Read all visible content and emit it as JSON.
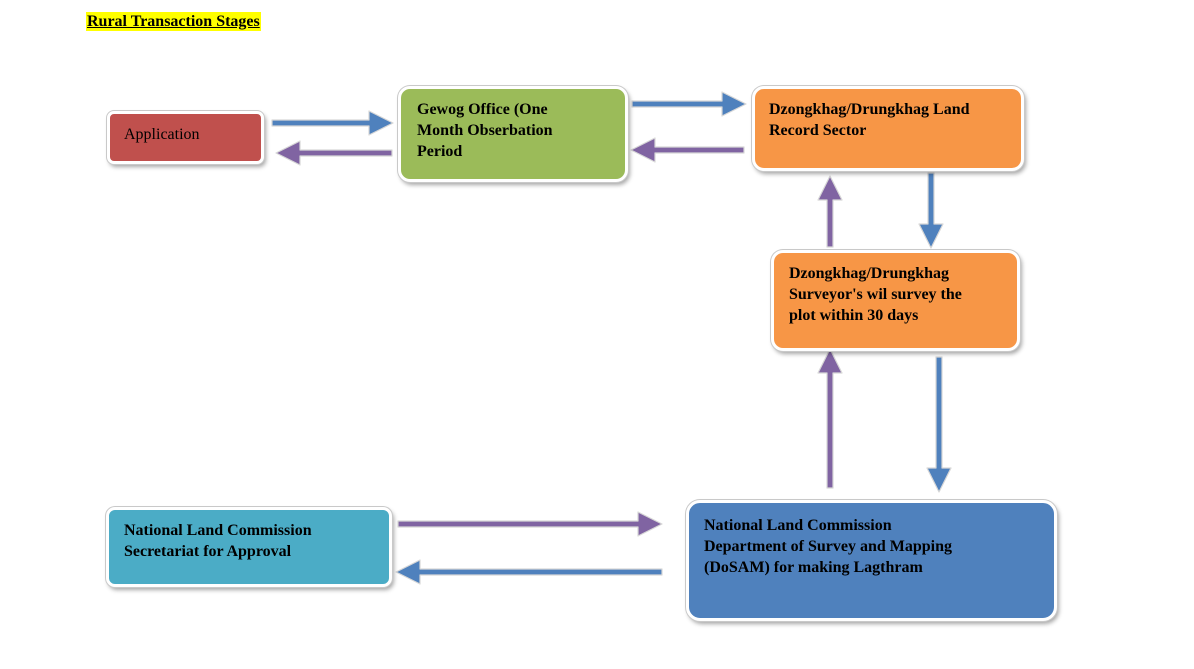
{
  "title": "Rural Transaction Stages",
  "nodes": {
    "application": {
      "lines": [
        "Application"
      ],
      "color": "#c0504d"
    },
    "gewog": {
      "lines": [
        "Gewog Office (One",
        "Month Obserbation",
        "Period"
      ],
      "color": "#9bbb59"
    },
    "dzongkhag_land_record": {
      "lines": [
        "Dzongkhag/Drungkhag Land",
        "Record Sector"
      ],
      "color": "#f79646"
    },
    "surveyor": {
      "lines": [
        "Dzongkhag/Drungkhag",
        "Surveyor's wil survey the",
        "plot within 30 days"
      ],
      "color": "#f79646"
    },
    "nlc_dosam": {
      "lines": [
        "National Land Commission",
        "Department of Survey and Mapping",
        "(DoSAM) for making Lagthram"
      ],
      "color": "#4f81bd"
    },
    "secretariat": {
      "lines": [
        "National Land Commission",
        "Secretariat for Approval"
      ],
      "color": "#4bacc6"
    }
  },
  "colors": {
    "forward_arrow": "#4f81bd",
    "return_arrow": "#8064a2"
  },
  "edges": [
    {
      "from": "application",
      "to": "gewog",
      "style": "forward"
    },
    {
      "from": "gewog",
      "to": "application",
      "style": "return"
    },
    {
      "from": "gewog",
      "to": "dzongkhag_land_record",
      "style": "forward"
    },
    {
      "from": "dzongkhag_land_record",
      "to": "gewog",
      "style": "return"
    },
    {
      "from": "dzongkhag_land_record",
      "to": "surveyor",
      "style": "forward"
    },
    {
      "from": "surveyor",
      "to": "dzongkhag_land_record",
      "style": "return"
    },
    {
      "from": "surveyor",
      "to": "nlc_dosam",
      "style": "forward"
    },
    {
      "from": "nlc_dosam",
      "to": "surveyor",
      "style": "return"
    },
    {
      "from": "secretariat",
      "to": "nlc_dosam",
      "style": "return"
    },
    {
      "from": "nlc_dosam",
      "to": "secretariat",
      "style": "forward"
    }
  ]
}
